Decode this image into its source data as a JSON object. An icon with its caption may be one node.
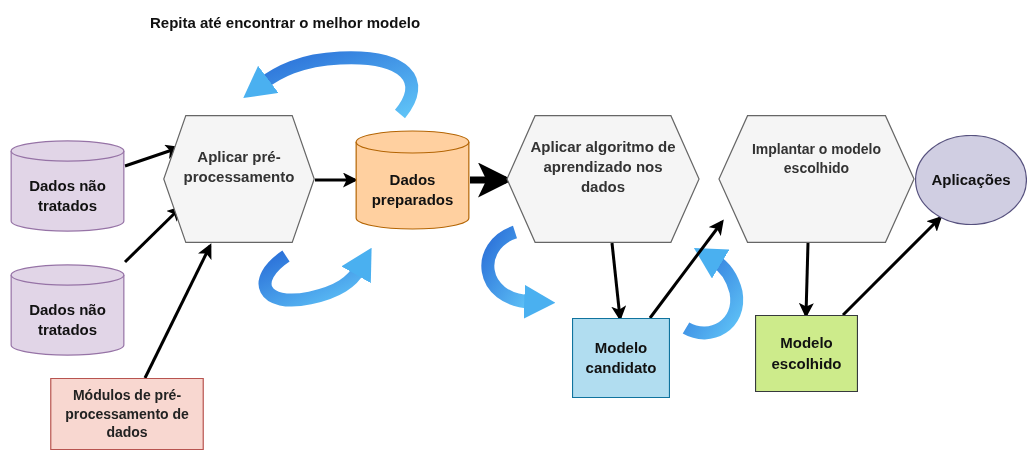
{
  "diagram": {
    "title": "Repita até encontrar o melhor modelo",
    "nodes": [
      {
        "text": [
          "Dados não tratados"
        ]
      },
      {
        "text": [
          "Dados não tratados"
        ]
      },
      {
        "text": [
          "Módulos de pré-processamento de dados"
        ]
      },
      {
        "text": [
          "Aplicar pré-processamento"
        ]
      },
      {
        "text": [
          "Dados preparados"
        ]
      },
      {
        "text": [
          "Aplicar algoritmo de aprendizado nos dados"
        ]
      },
      {
        "text": [
          "Modelo candidato"
        ]
      },
      {
        "text": [
          "Implantar o modelo escolhido"
        ]
      },
      {
        "text": [
          "Modelo escolhido"
        ]
      },
      {
        "text": [
          "Aplicações"
        ]
      }
    ],
    "edges": [
      {
        "from": 0,
        "to": 3,
        "arrow": "to"
      },
      {
        "from": 1,
        "to": 3,
        "arrow": "to"
      },
      {
        "from": 2,
        "to": 3,
        "arrow": "to"
      },
      {
        "from": 3,
        "to": 4,
        "arrow": "to"
      },
      {
        "from": 4,
        "to": 5,
        "arrow": "to",
        "style": "thick"
      },
      {
        "from": 5,
        "to": 6,
        "arrow": "to"
      },
      {
        "from": 6,
        "to": 7,
        "arrow": "to"
      },
      {
        "from": 7,
        "to": 8,
        "arrow": "to"
      },
      {
        "from": 8,
        "to": 9,
        "arrow": "to"
      }
    ]
  }
}
